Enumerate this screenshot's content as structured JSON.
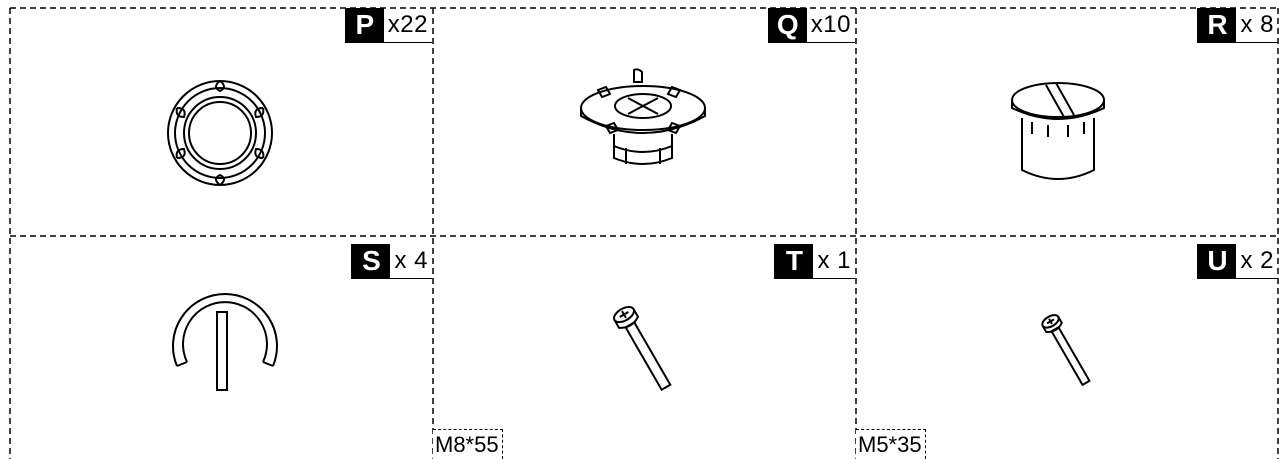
{
  "parts": [
    {
      "letter": "P",
      "qty": "x22",
      "icon": "nut-cap-icon",
      "size": ""
    },
    {
      "letter": "Q",
      "qty": "x10",
      "icon": "leveling-foot-icon",
      "size": ""
    },
    {
      "letter": "R",
      "qty": "x 8",
      "icon": "plug-cap-icon",
      "size": ""
    },
    {
      "letter": "S",
      "qty": "x 4",
      "icon": "clip-ring-icon",
      "size": ""
    },
    {
      "letter": "T",
      "qty": "x 1",
      "icon": "bolt-icon",
      "size": "M8*55"
    },
    {
      "letter": "U",
      "qty": "x 2",
      "icon": "bolt-icon",
      "size": "M5*35"
    }
  ],
  "colors": {
    "line": "#000000",
    "background": "#ffffff"
  }
}
